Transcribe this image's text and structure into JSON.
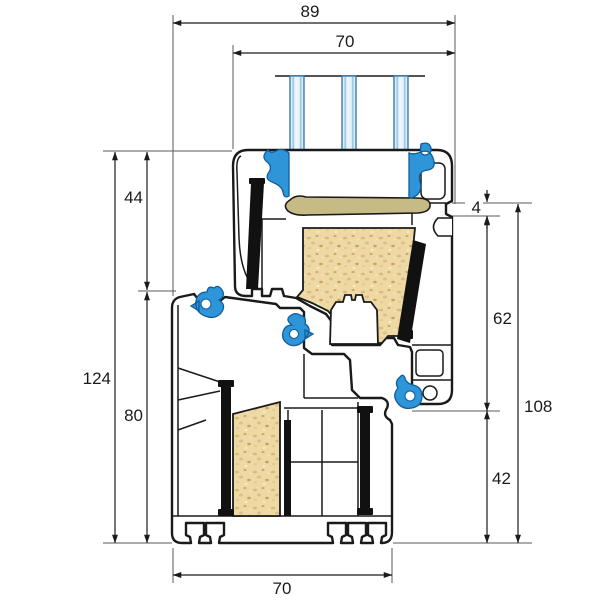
{
  "drawing": {
    "title": "window-profile-cross-section",
    "dimensions": {
      "overall_width": "89",
      "sash_width": "70",
      "upper_left_height": "44",
      "total_left_height": "124",
      "lower_left_height": "80",
      "drip_step": "4",
      "overlap_height": "62",
      "right_total_height": "108",
      "lower_right_height": "42",
      "base_width": "70"
    },
    "colors": {
      "outline": "#1a1a1a",
      "gasket_blue": "#2e96d8",
      "gasket_outline": "#0f5e9c",
      "glass_fill": "#d9ecf9",
      "glass_edge": "#2d74a8",
      "foam_fill": "#eed9a4",
      "foam_speckle": "#cfa963",
      "sealant": "#c6ba85",
      "spacer_gray": "#bdbdbd",
      "steel": "#111111",
      "dimension_line": "#2b2b2b"
    }
  }
}
